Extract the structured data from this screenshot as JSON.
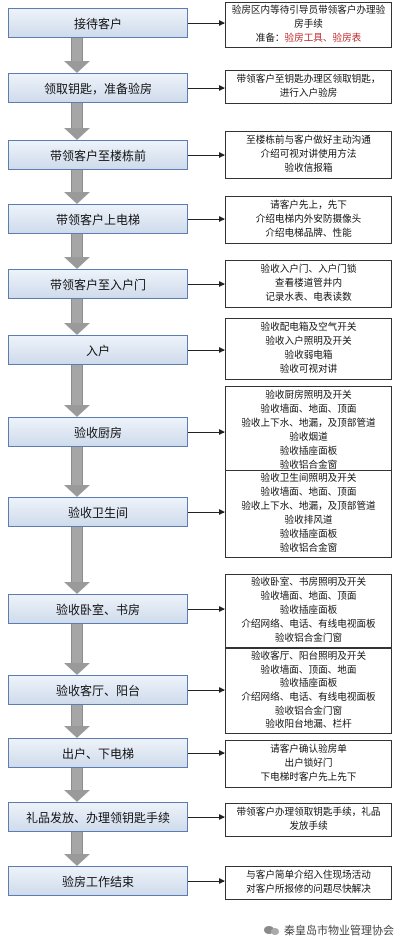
{
  "steps": [
    {
      "label": "接待客户",
      "notes": [
        "验房区内等待引导员带领客户办理验房手续"
      ],
      "prep_label": "准备：",
      "prep_items": "验房工具、验房表"
    },
    {
      "label": "领取钥匙，准备验房",
      "notes": [
        "带领客户至钥匙办理区领取钥匙，",
        "进行入户验房"
      ]
    },
    {
      "label": "带领客户至楼栋前",
      "notes": [
        "至楼栋前与客户做好主动沟通",
        "介绍可视对讲使用方法",
        "验收信报箱"
      ]
    },
    {
      "label": "带领客户上电梯",
      "notes": [
        "请客户先上，先下",
        "介绍电梯内外安防摄像头",
        "介绍电梯品牌、性能"
      ]
    },
    {
      "label": "带领客户至入户门",
      "notes": [
        "验收入户门、入户门锁",
        "查看楼道管井内",
        "记录水表、电表读数"
      ]
    },
    {
      "label": "入户",
      "notes": [
        "验收配电箱及空气开关",
        "验收入户照明及开关",
        "验收弱电箱",
        "验收可视对讲"
      ]
    },
    {
      "label": "验收厨房",
      "notes": [
        "验收厨房照明及开关",
        "验收墙面、地面、顶面",
        "验收上下水、地漏，及顶部管道",
        "验收烟道",
        "验收插座面板",
        "验收铝合金窗"
      ]
    },
    {
      "label": "验收卫生间",
      "notes": [
        "验收卫生间照明及开关",
        "验收墙面、地面、顶面",
        "验收上下水、地漏，及顶部管道",
        "验收排风道",
        "验收插座面板",
        "验收铝合金窗"
      ]
    },
    {
      "label": "验收卧室、书房",
      "notes": [
        "验收卧室、书房照明及开关",
        "验收墙面、地面、顶面",
        "验收插座面板",
        "介绍网络、电话、有线电视面板",
        "验收铝合金门窗"
      ]
    },
    {
      "label": "验收客厅、阳台",
      "notes": [
        "验收客厅、阳台照明及开关",
        "验收墙面、顶面、地面",
        "验收插座面板",
        "介绍网络、电话、有线电视面板",
        "验收铝合金门窗",
        "验收阳台地漏、栏杆"
      ]
    },
    {
      "label": "出户、下电梯",
      "notes": [
        "请客户确认验房单",
        "出户锁好门",
        "下电梯时客户先上先下"
      ]
    },
    {
      "label": "礼品发放、办理领钥匙手续",
      "notes": [
        "带领客户办理领取钥匙手续，礼品",
        "发放手续"
      ]
    },
    {
      "label": "验房工作结束",
      "notes": [
        "与客户简单介绍入住现场活动",
        "对客户所报修的问题尽快解决"
      ]
    }
  ],
  "watermark": "秦皇岛市物业管理协会"
}
